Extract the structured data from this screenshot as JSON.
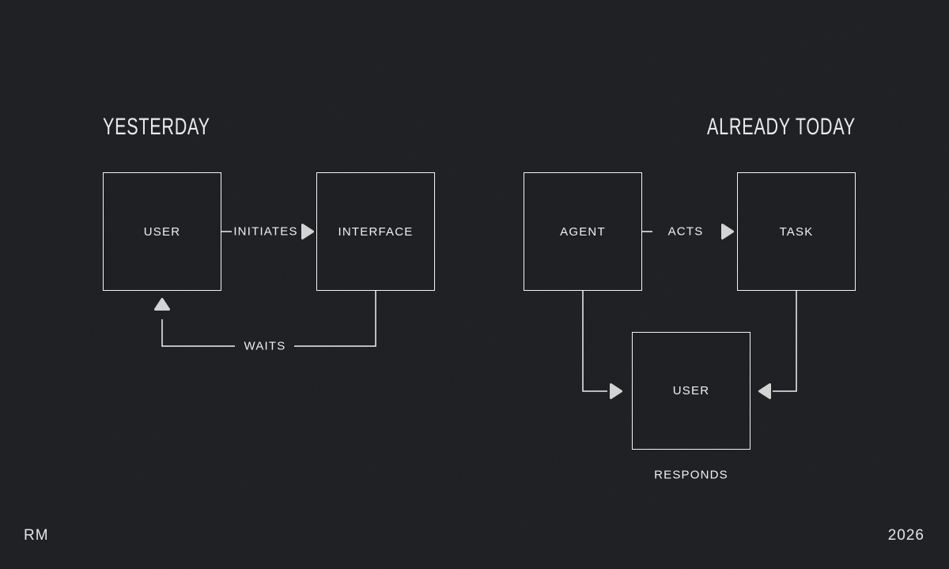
{
  "canvas": {
    "background": "#1c1d21",
    "line_color": "#f2f2f2",
    "box_border_color": "#f5f5f5",
    "arrowhead_color": "#d4d4d4",
    "text_color": "#f0f0f0"
  },
  "yesterday": {
    "title": "YESTERDAY",
    "user_label": "USER",
    "interface_label": "INTERFACE",
    "initiates_label": "INITIATES",
    "waits_label": "WAITS"
  },
  "today": {
    "title": "ALREADY TODAY",
    "agent_label": "AGENT",
    "task_label": "TASK",
    "user_label": "USER",
    "acts_label": "ACTS",
    "responds_label": "RESPONDS"
  },
  "footer": {
    "initials": "RM",
    "year": "2026"
  }
}
